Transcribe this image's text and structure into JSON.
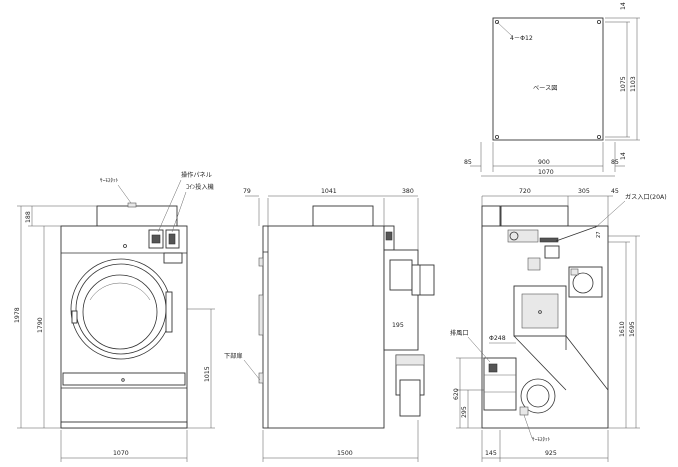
{
  "colors": {
    "line": "#333333",
    "background": "#ffffff"
  },
  "base_view": {
    "hole_label": "4－Φ12",
    "center_label": "ベース図",
    "dims": {
      "left_margin": "85",
      "width_inner": "900",
      "width_total": "1070",
      "right_margin": "85",
      "top_offset": "14",
      "height_inner": "1075",
      "height_total": "1103",
      "bottom_offset": "14"
    }
  },
  "front_view": {
    "labels": {
      "thermostat": "ｻｰﾓｽﾀｯﾄ",
      "control_panel": "操作パネル",
      "coin_slot": "ｺｲﾝ投入機"
    },
    "dims": {
      "top_height": "188",
      "total_height": "1978",
      "body_height": "1790",
      "door_height": "1015",
      "width": "1070"
    }
  },
  "side_view": {
    "labels": {
      "bottom_cover": "下部扉"
    },
    "dims": {
      "front_offset": "79",
      "body_depth": "1041",
      "rear_depth": "380",
      "duct_height": "195",
      "total_depth": "1500"
    }
  },
  "rear_view": {
    "labels": {
      "gas_inlet": "ガス入口(20A)",
      "exhaust": "排風口",
      "duct_diameter": "Φ248",
      "thermostat": "ｻｰﾓｽﾀｯﾄ"
    },
    "dims": {
      "top_a": "720",
      "top_b": "305",
      "top_c": "45",
      "side_a": "27",
      "height_a": "1610",
      "height_b": "1695",
      "exhaust_h": "620",
      "exhaust_low": "295",
      "bottom_a": "145",
      "bottom_b": "925"
    }
  }
}
